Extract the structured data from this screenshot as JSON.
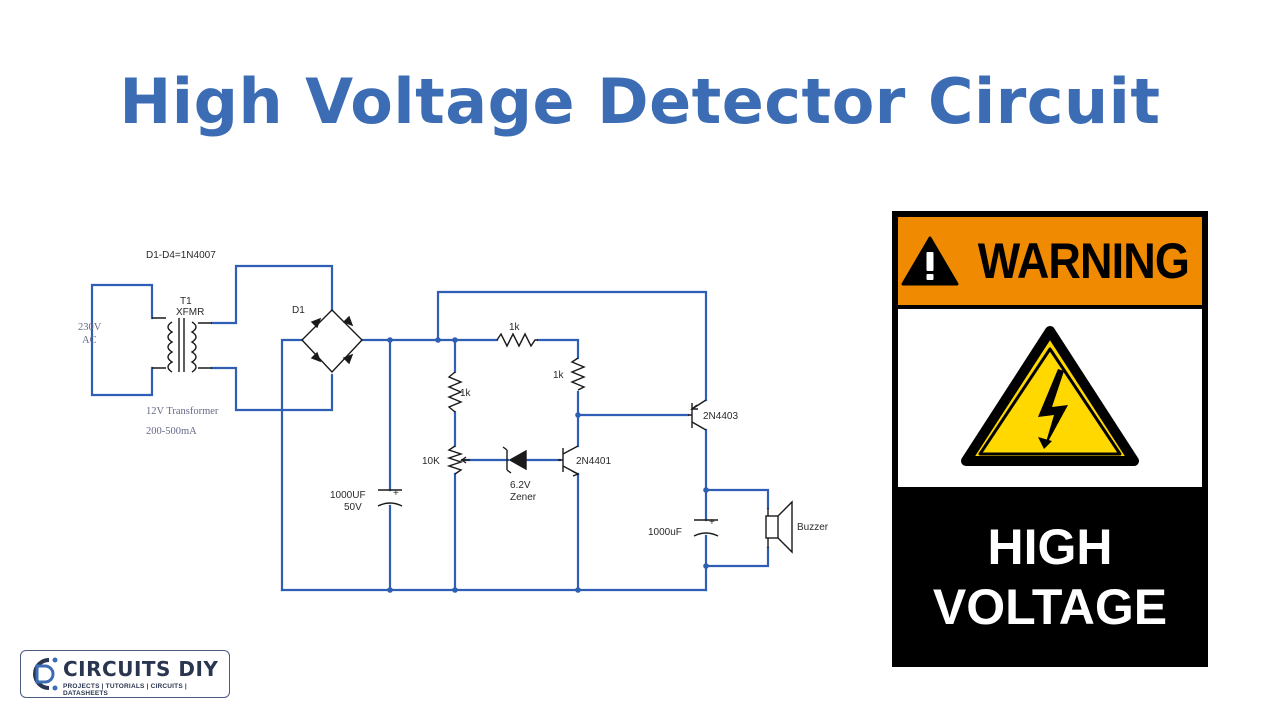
{
  "title": "High Voltage Detector Circuit",
  "colors": {
    "title": "#3b6cb4",
    "wire": "#2f5fb5",
    "component": "#1a1a1a",
    "warning_orange": "#f08a00",
    "hazard_yellow": "#ffd800"
  },
  "circuit": {
    "labels": {
      "diodes": "D1-D4=1N4007",
      "source_voltage": "230V",
      "source_type": "AC",
      "transformer_ref": "T1",
      "transformer_type": "XFMR",
      "transformer_desc": "12V Transformer",
      "transformer_current": "200-500mA",
      "bridge": "D1",
      "cap1_value": "1000UF",
      "cap1_voltage": "50V",
      "r_top": "1k",
      "r_left": "1k",
      "r_right": "1k",
      "pot": "10K",
      "zener_value": "6.2V",
      "zener_type": "Zener",
      "q1": "2N4401",
      "q2": "2N4403",
      "cap2": "1000uF",
      "buzzer": "Buzzer",
      "cap_plus": "+"
    }
  },
  "sign": {
    "header_icon": "exclamation-triangle-icon",
    "header": "WARNING",
    "symbol": "high-voltage-lightning-icon",
    "line1": "HIGH",
    "line2": "VOLTAGE"
  },
  "logo": {
    "brand": "CIRCUITS DIY",
    "tagline": "PROJECTS | TUTORIALS | CIRCUITS | DATASHEETS"
  }
}
